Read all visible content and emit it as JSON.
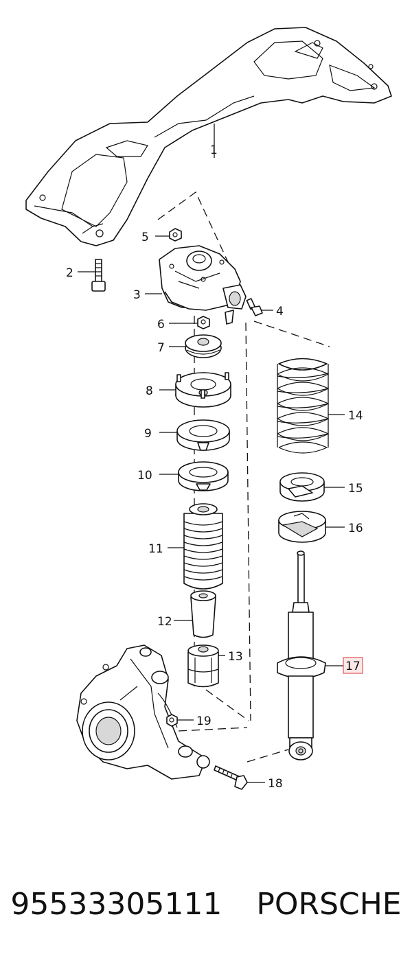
{
  "callouts": {
    "p1": "1",
    "p2": "2",
    "p3": "3",
    "p4": "4",
    "p5": "5",
    "p6": "6",
    "p7": "7",
    "p8": "8",
    "p9": "9",
    "p10": "10",
    "p11": "11",
    "p12": "12",
    "p13": "13",
    "p14": "14",
    "p15": "15",
    "p16": "16",
    "p17": "17",
    "p18": "18",
    "p19": "19"
  },
  "highlighted_callout": "17",
  "highlight_color": "#e06060",
  "highlight_fill": "#fde8e8",
  "caption": {
    "part_number": "95533305111",
    "brand": "PORSCHE"
  }
}
